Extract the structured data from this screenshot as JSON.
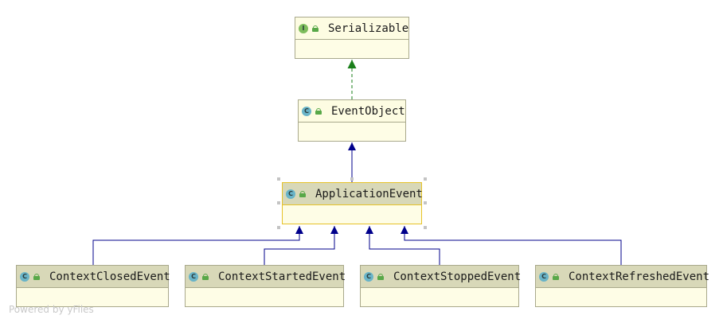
{
  "diagram": {
    "nodes": {
      "serializable": {
        "name": "Serializable",
        "kind": "interface",
        "badge": "I"
      },
      "event_object": {
        "name": "EventObject",
        "kind": "class",
        "badge": "C"
      },
      "application_event": {
        "name": "ApplicationEvent",
        "kind": "class",
        "badge": "C",
        "selected": true
      },
      "context_closed_event": {
        "name": "ContextClosedEvent",
        "kind": "class",
        "badge": "C"
      },
      "context_started_event": {
        "name": "ContextStartedEvent",
        "kind": "class",
        "badge": "C"
      },
      "context_stopped_event": {
        "name": "ContextStoppedEvent",
        "kind": "class",
        "badge": "C"
      },
      "context_refreshed_event": {
        "name": "ContextRefreshedEvent",
        "kind": "class",
        "badge": "C"
      }
    },
    "edges": [
      {
        "from": "EventObject",
        "to": "Serializable",
        "relation": "implements",
        "style": "dashed",
        "color": "#1a7f1a"
      },
      {
        "from": "ApplicationEvent",
        "to": "EventObject",
        "relation": "extends",
        "style": "solid",
        "color": "#00008b"
      },
      {
        "from": "ContextClosedEvent",
        "to": "ApplicationEvent",
        "relation": "extends",
        "style": "solid",
        "color": "#00008b"
      },
      {
        "from": "ContextStartedEvent",
        "to": "ApplicationEvent",
        "relation": "extends",
        "style": "solid",
        "color": "#00008b"
      },
      {
        "from": "ContextStoppedEvent",
        "to": "ApplicationEvent",
        "relation": "extends",
        "style": "solid",
        "color": "#00008b"
      },
      {
        "from": "ContextRefreshedEvent",
        "to": "ApplicationEvent",
        "relation": "extends",
        "style": "solid",
        "color": "#00008b"
      }
    ]
  },
  "colors": {
    "node_fill": "#fefde6",
    "class_header": "#d8d8b8",
    "border": "#a9a98c",
    "selection_border": "#e6c228",
    "class_badge": "#69b4c8",
    "interface_badge": "#7dbd5c"
  },
  "icons": {
    "class": "class-icon",
    "interface": "interface-icon",
    "visibility": "public-lock-icon"
  },
  "watermark": "Powered by yFiles"
}
